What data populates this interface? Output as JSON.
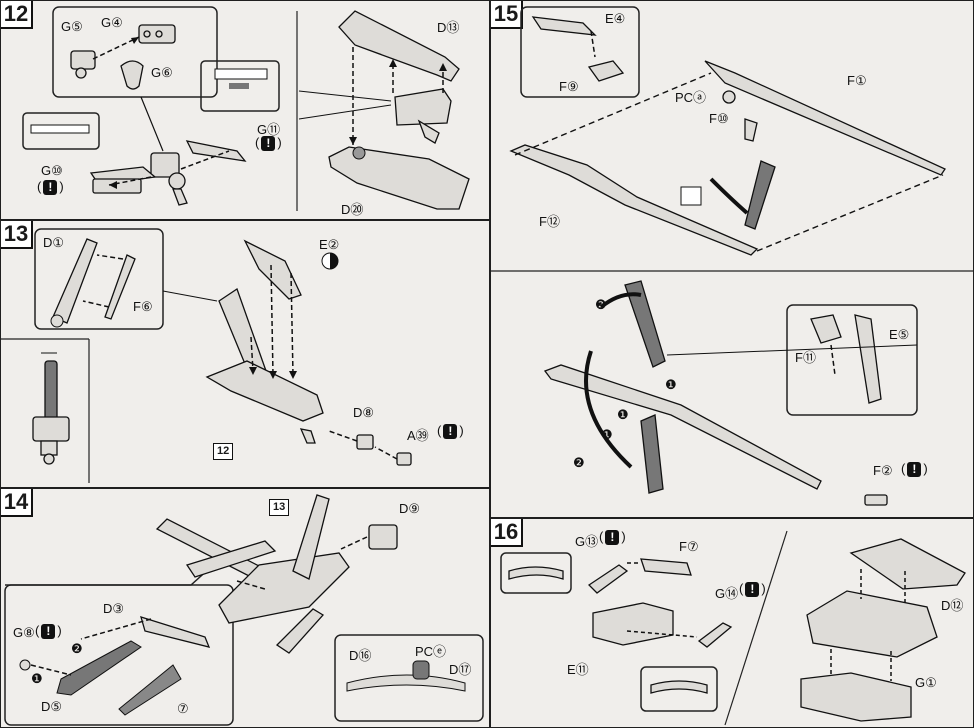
{
  "steps": {
    "s12": {
      "num": "12",
      "labels": {
        "g5": "G⑤",
        "g4": "G④",
        "g6": "G⑥",
        "g11": "G⑪",
        "g10": "G⑩",
        "d13": "D⑬",
        "d20": "D⑳"
      }
    },
    "s13": {
      "num": "13",
      "labels": {
        "d1": "D①",
        "f6": "F⑥",
        "e2": "E②",
        "d8": "D⑧",
        "a39": "A㊴",
        "ref12": "12"
      }
    },
    "s14": {
      "num": "14",
      "labels": {
        "ref13": "13",
        "d9": "D⑨",
        "d3": "D③",
        "g8": "G⑧",
        "d5": "D⑤",
        "d16": "D⑯",
        "pce": "PCⓔ",
        "d17": "D⑰",
        "t7": "⑦",
        "n1": "❶",
        "n2": "❷"
      }
    },
    "s15": {
      "num": "15",
      "labels": {
        "e4": "E④",
        "f9": "F⑨",
        "pca": "PCⓐ",
        "f10": "F⑩",
        "f1": "F①",
        "f12": "F⑫",
        "f11": "F⑪",
        "e5": "E⑤",
        "f2": "F②",
        "n1a": "❶",
        "n1b": "❶",
        "n1c": "❶",
        "n2a": "❷",
        "n2b": "❷"
      }
    },
    "s16": {
      "num": "16",
      "labels": {
        "g13": "G⑬",
        "f7": "F⑦",
        "g14": "G⑭",
        "e11": "E⑪",
        "d12": "D⑫",
        "g1": "G①"
      }
    }
  },
  "common": {
    "warn_mark": "!",
    "paren_open": "(",
    "paren_close": ")"
  },
  "colors": {
    "panel_bg": "#f0eeeb",
    "ink": "#111111",
    "part_fill": "#d9d7d3",
    "part_dark": "#6d6d6d"
  }
}
